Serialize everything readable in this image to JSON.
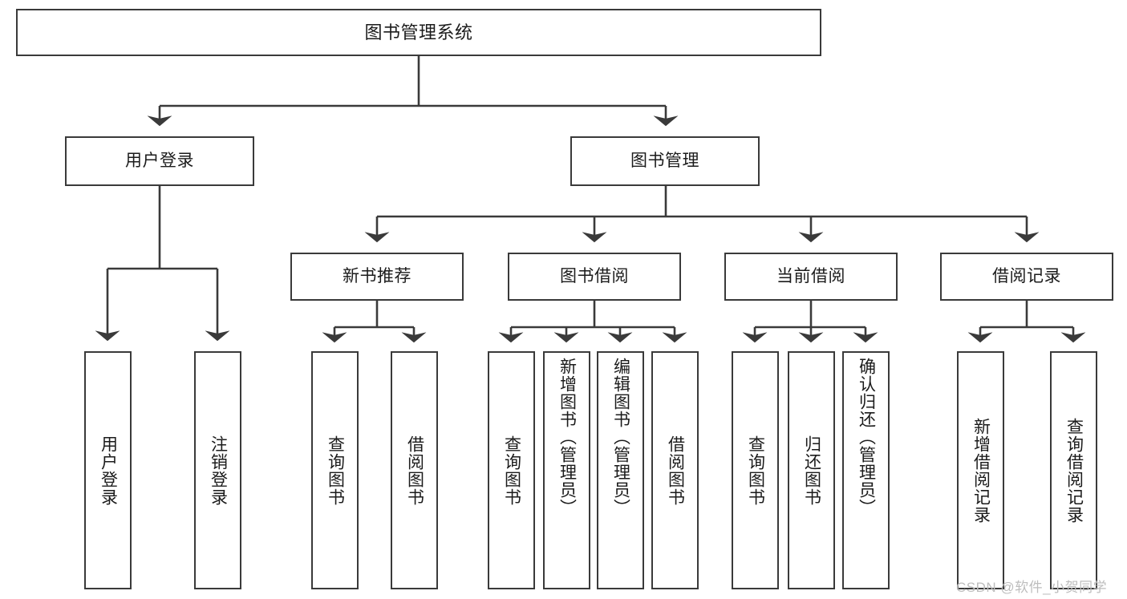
{
  "diagram": {
    "title": "图书管理系统",
    "type": "tree-hierarchy",
    "stroke_color": "#3a3a3a",
    "text_color": "#1b1b1b",
    "background_color": "#ffffff"
  },
  "root": {
    "label": "图书管理系统"
  },
  "level2": [
    {
      "label": "用户登录"
    },
    {
      "label": "图书管理"
    }
  ],
  "level3": [
    {
      "label": "新书推荐"
    },
    {
      "label": "图书借阅"
    },
    {
      "label": "当前借阅"
    },
    {
      "label": "借阅记录"
    }
  ],
  "leaves": {
    "user_login": [
      {
        "label": "用户登录"
      },
      {
        "label": "注销登录"
      }
    ],
    "new_book": [
      {
        "label": "查询图书"
      },
      {
        "label": "借阅图书"
      }
    ],
    "book_borrow": [
      {
        "label": "查询图书"
      },
      {
        "label": "新增图书（管理员）"
      },
      {
        "label": "编辑图书（管理员）"
      },
      {
        "label": "借阅图书"
      }
    ],
    "current_borrow": [
      {
        "label": "查询图书"
      },
      {
        "label": "归还图书"
      },
      {
        "label": "确认归还（管理员）"
      }
    ],
    "borrow_record": [
      {
        "label": "新增借阅记录"
      },
      {
        "label": "查询借阅记录"
      }
    ]
  },
  "watermark": {
    "text": "CSDN @软件_小贺同学",
    "color": "#bdbdbd"
  }
}
